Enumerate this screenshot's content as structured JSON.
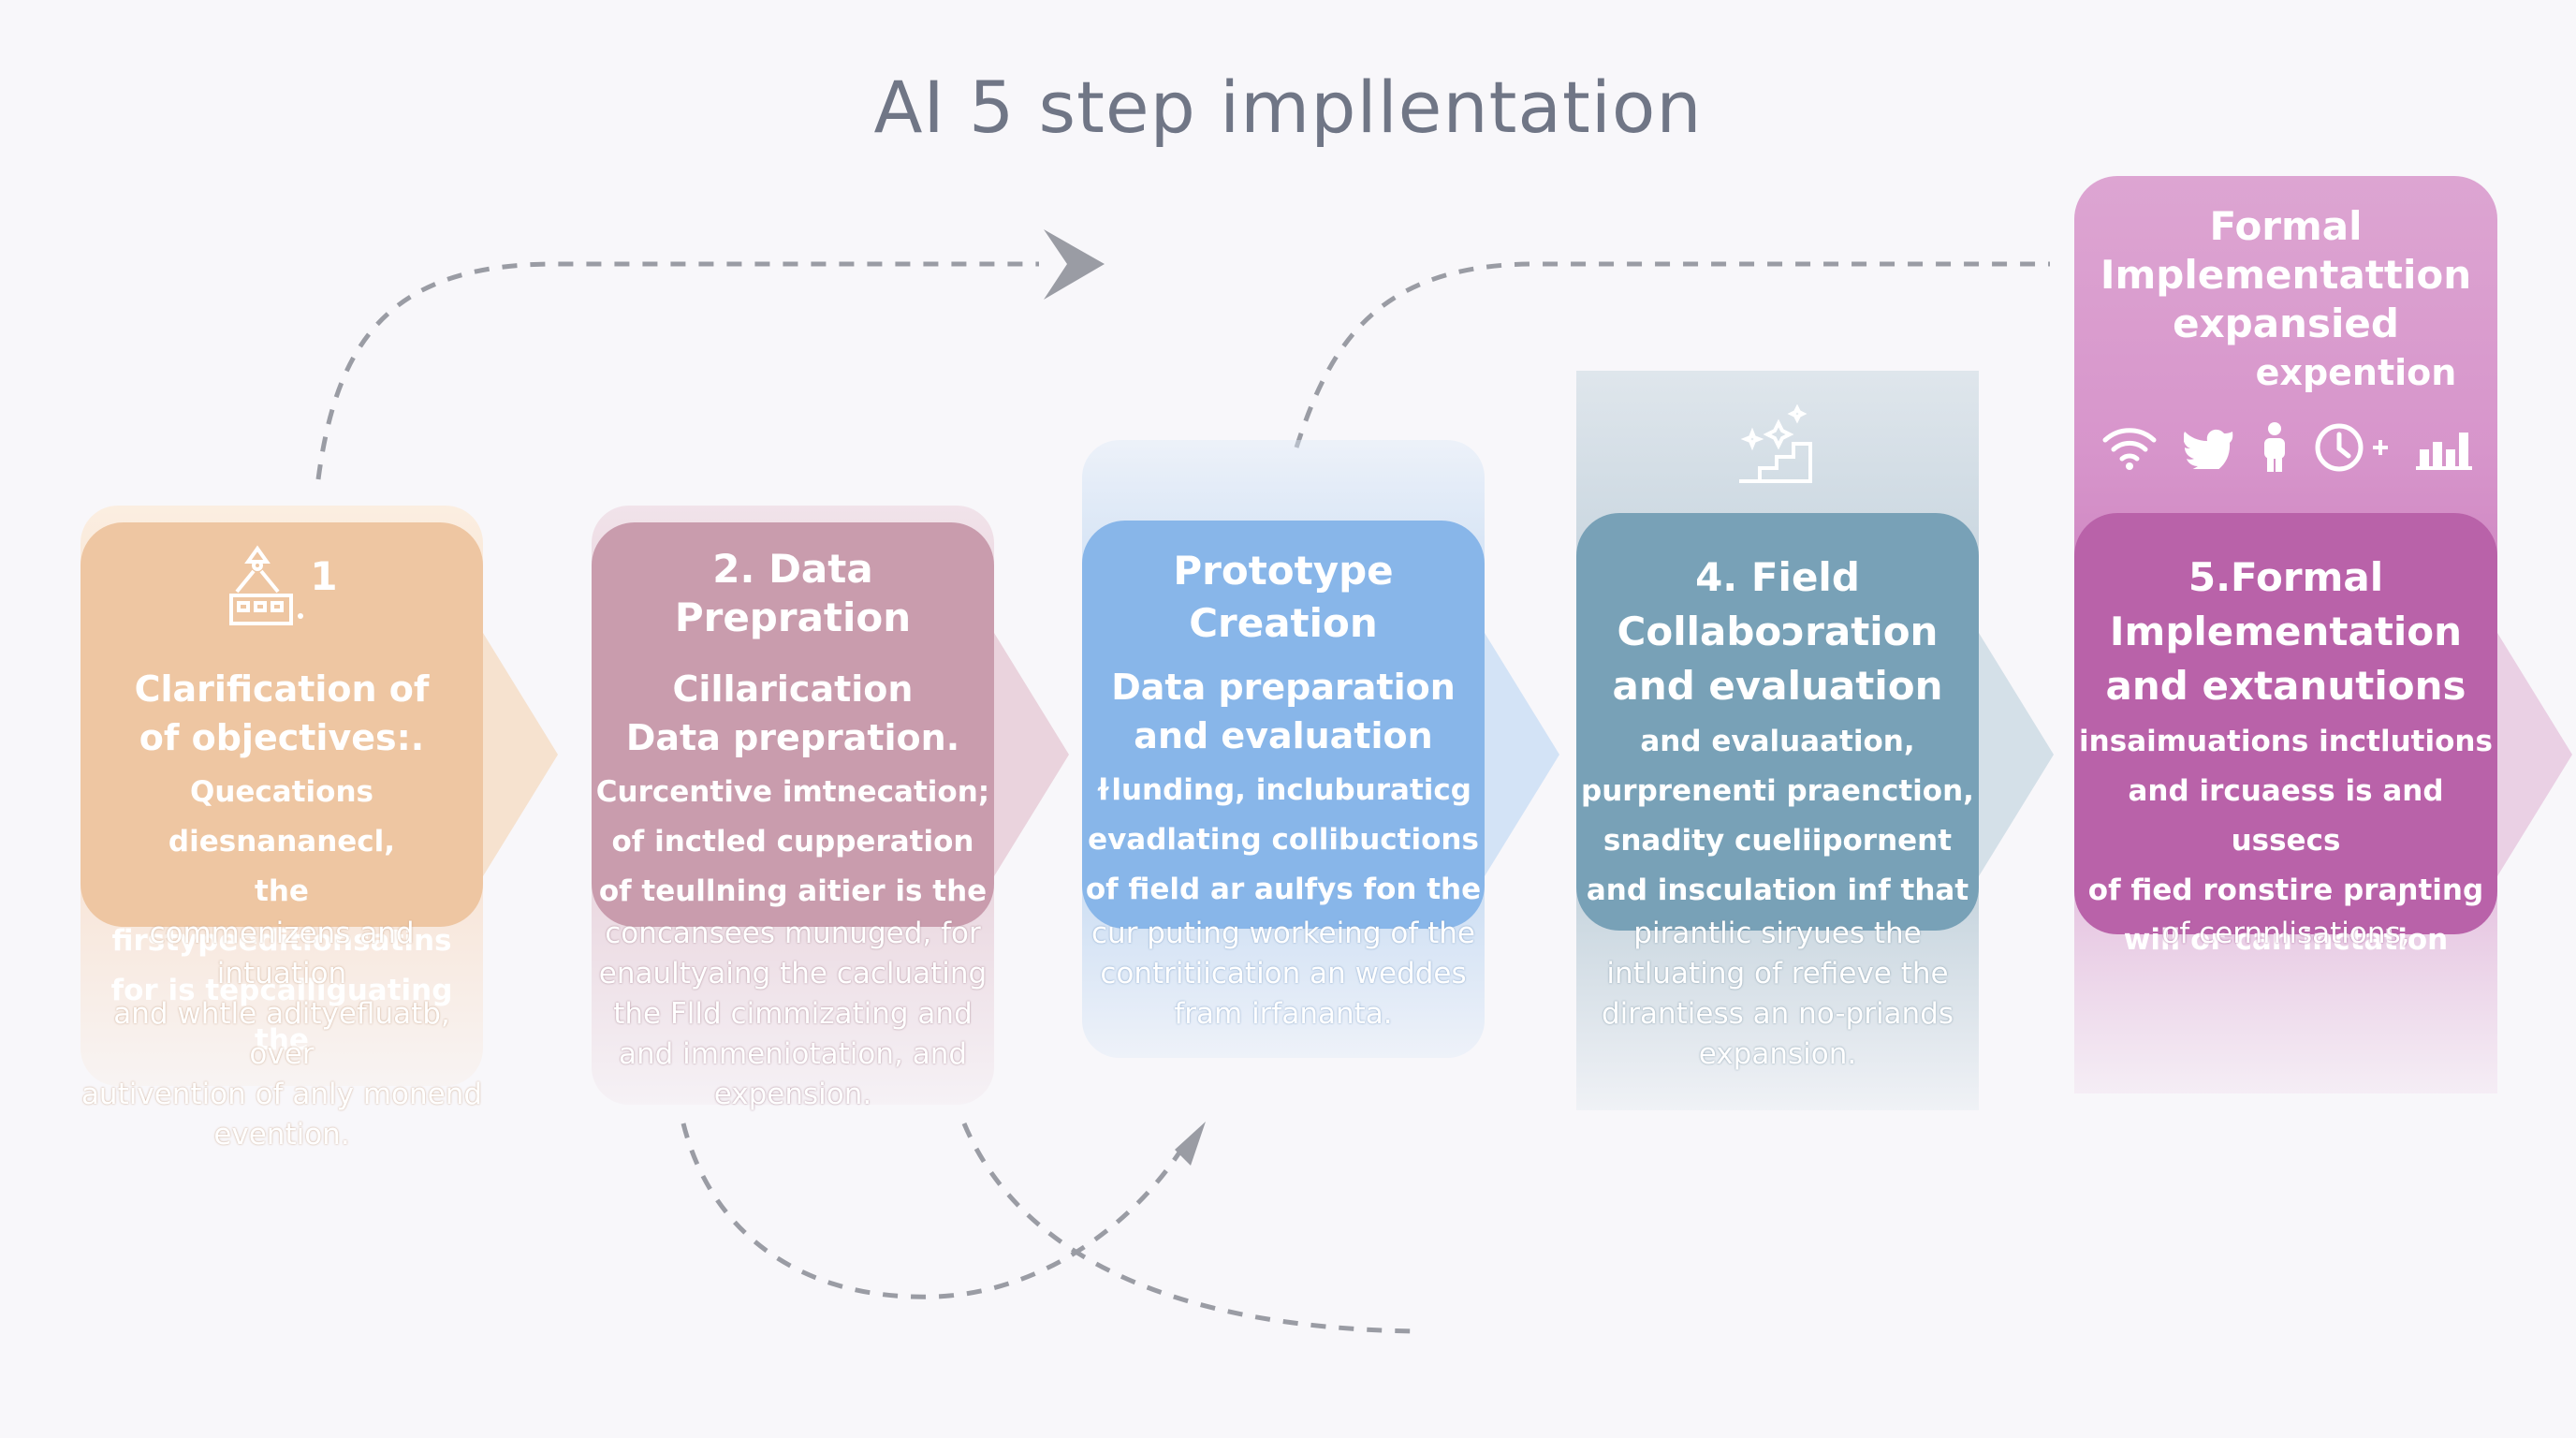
{
  "title": "AI 5 step impllentation",
  "colors": {
    "step1": "#ebbf98",
    "step2": "#c89aab",
    "step3": "#85b4e8",
    "step4": "#78a0b6",
    "step5": "#b963a9"
  },
  "steps": [
    {
      "icon": "building-icon",
      "number": "1",
      "subheading": [
        "Clarification of",
        "of objectives:."
      ],
      "body": [
        "Quecations diesnananecl,",
        "the firstypeeditionsatins",
        "for is tepcalliguating the"
      ],
      "tail": [
        "commenizens and intuation",
        "and whtle adityefluatb, over",
        "autivention of anly monend",
        "evention."
      ]
    },
    {
      "heading": [
        "2. Data",
        "Prepration"
      ],
      "subheading": [
        "Cillarication",
        "Data prepration."
      ],
      "body": [
        "Curcentive imtnecation;",
        "of inctled cupperation",
        "of teullning aitier is the"
      ],
      "tail": [
        "concansees munuged, for",
        "enaultyaing the cacluating",
        "the Flld cimmizating and",
        "and immeniotation, and",
        "expension."
      ]
    },
    {
      "heading": [
        "Prototype",
        "Creation"
      ],
      "subheading": [
        "Data preparation",
        "and evaluation"
      ],
      "body": [
        "ɫlunding, incluburaticg",
        "evadlating collibuctions",
        "of field ar aulfys fon the"
      ],
      "tail": [
        "cur puting workeing of the",
        "contritiication an weddes",
        "fram irfananta."
      ]
    },
    {
      "icon": "sparkle-stairs-icon",
      "heading": [
        "4. Field",
        "Collaboɔration",
        "and evaluation"
      ],
      "body": [
        "and evaluaation,",
        "purprenenti praenction,",
        "snadity cueliipornent",
        "and insculation inf that"
      ],
      "tail": [
        "pirantlic siryues the",
        "intluating of refieve the",
        "dirantiess an no-priands",
        "expansion."
      ]
    },
    {
      "banner": [
        "Formal",
        "Implementattion",
        "expansied",
        "expention"
      ],
      "banner_icons": [
        "wifi-icon",
        "bird-icon",
        "person-icon",
        "clock-icon",
        "plus-icon",
        "bar-chart-icon"
      ],
      "heading": [
        "5.Formal",
        "Implementation",
        "and extanutions"
      ],
      "body": [
        "insaimuations inctlutions",
        "and ircuaess is and ussecs",
        "of fied ronstire praɲting",
        "will or can inctation"
      ],
      "tail": [
        "of cernnlisations,"
      ]
    }
  ]
}
